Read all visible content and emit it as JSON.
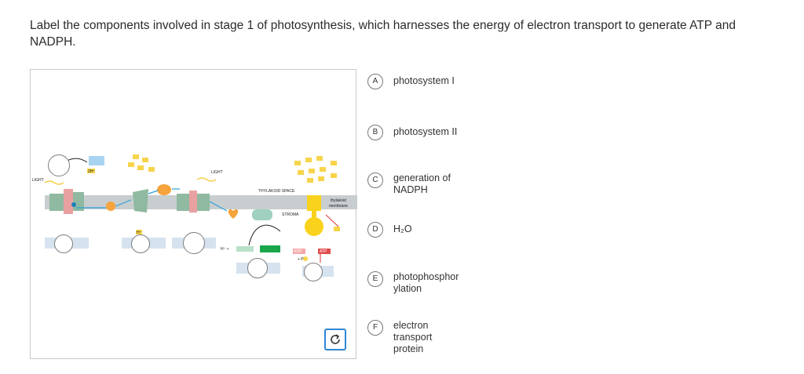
{
  "question": "Label the components involved in stage 1 of photosynthesis, which harnesses the energy of electron transport to generate ATP and NADPH.",
  "diagram": {
    "light_left": "LIGHT",
    "light_mid": "LIGHT",
    "thylakoid_space": "THYLAKOID SPACE",
    "stroma": "STROMA",
    "thylakoid_membrane_line1": "thylakoid",
    "thylakoid_membrane_line2": "membrane",
    "h_ion": "H⁺",
    "two_h": "2H⁺",
    "h_plus": "H⁺ +",
    "adp": "ADP",
    "pi": "+ P",
    "atp": "ATP"
  },
  "options": [
    {
      "letter": "A",
      "text": "photosystem I"
    },
    {
      "letter": "B",
      "text": "photosystem II"
    },
    {
      "letter": "C",
      "text": "generation of NADPH"
    },
    {
      "letter": "D",
      "text": "H₂O"
    },
    {
      "letter": "E",
      "text": "photophosphorylation"
    },
    {
      "letter": "F",
      "text": "electron transport protein"
    }
  ],
  "colors": {
    "membrane": "#c8cdd0",
    "protein_green": "#8fb9a0",
    "carrier_orange": "#f5a33a",
    "ion_yellow": "#f7d44a",
    "synthase_yellow": "#f9d21c",
    "arrow_blue": "#2aa0d8",
    "nadph_green": "#1aa64a",
    "label_box": "#d6e3ef",
    "reset_blue": "#2e86d6"
  }
}
